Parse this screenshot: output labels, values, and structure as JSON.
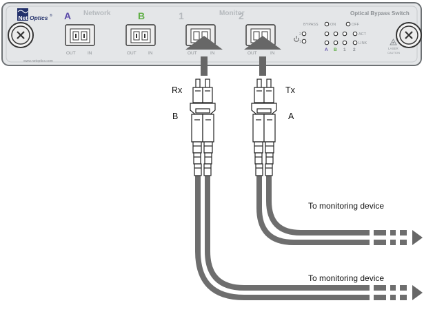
{
  "device": {
    "brand_net": "Net",
    "brand_optics": "Optics",
    "brand_mark": "®",
    "website": "www.netoptics.com",
    "title": "Optical Bypass Switch",
    "network_label": "Network",
    "monitor_label": "Monitor",
    "ports": [
      {
        "label": "A",
        "out": "OUT",
        "in": "IN",
        "color": "#5a49a8"
      },
      {
        "label": "B",
        "out": "OUT",
        "in": "IN",
        "color": "#5fae45"
      },
      {
        "label": "1",
        "out": "OUT",
        "in": "IN",
        "color": "#b5b9bd"
      },
      {
        "label": "2",
        "out": "OUT",
        "in": "IN",
        "color": "#b5b9bd"
      }
    ],
    "leds": {
      "bypass": "BYPASS",
      "on": "ON",
      "off": "OFF",
      "power_2": "2",
      "power_1": "1",
      "act": "ACT",
      "link": "LINK",
      "col_a": "A",
      "col_b": "B",
      "col_1": "1",
      "col_2": "2"
    },
    "laser_top": "LASER",
    "laser_bottom": "CAUTION"
  },
  "cables": {
    "left_connector_rx": "Rx",
    "left_connector_b": "B",
    "right_connector_tx": "Tx",
    "right_connector_a": "A",
    "dest_upper": "To monitoring device",
    "dest_lower": "To monitoring device"
  },
  "colors": {
    "chassis": "#e4e6e8",
    "chassis_edge": "#6d7174",
    "cable": "#6e6e6e",
    "arrow": "#676767",
    "purple": "#5a49a8",
    "green": "#5fae45",
    "dark_blue": "#23316b"
  }
}
